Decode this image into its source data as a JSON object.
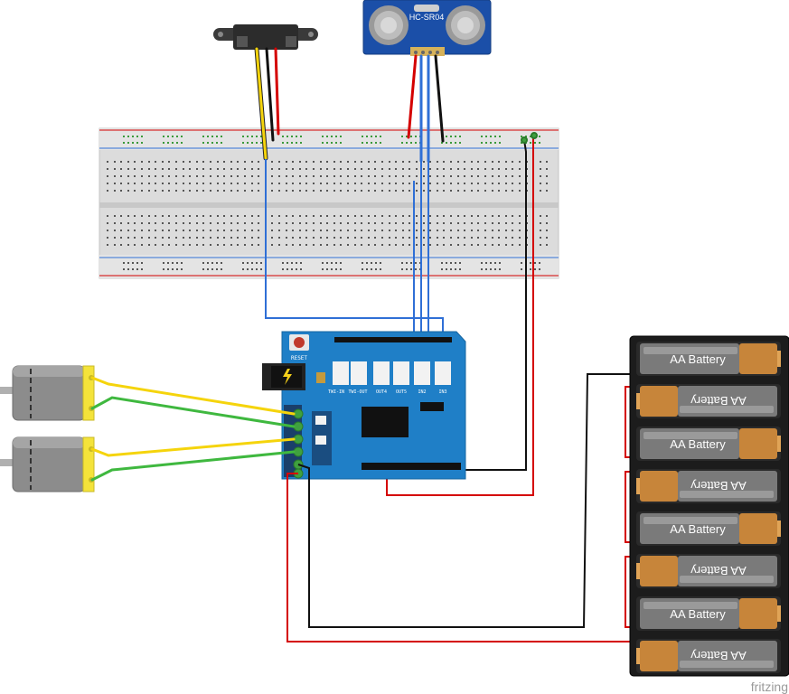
{
  "sensor": {
    "label": "HC-SR04"
  },
  "shield": {
    "reset_label": "RESET",
    "ports": [
      "TWI-IN",
      "TWI-OUT",
      "OUT4",
      "OUT5",
      "IN2",
      "IN3"
    ]
  },
  "battery": {
    "label": "AA Battery"
  },
  "watermark": "fritzing",
  "colors": {
    "wire_red": "#d40000",
    "wire_black": "#111111",
    "wire_blue": "#2f6fd6",
    "wire_yellow": "#f5d40c",
    "wire_green": "#3fb83f",
    "shield_blue": "#1f7fc7",
    "sensor_blue": "#1b4fa8",
    "motor_yellow": "#f4e33a"
  }
}
